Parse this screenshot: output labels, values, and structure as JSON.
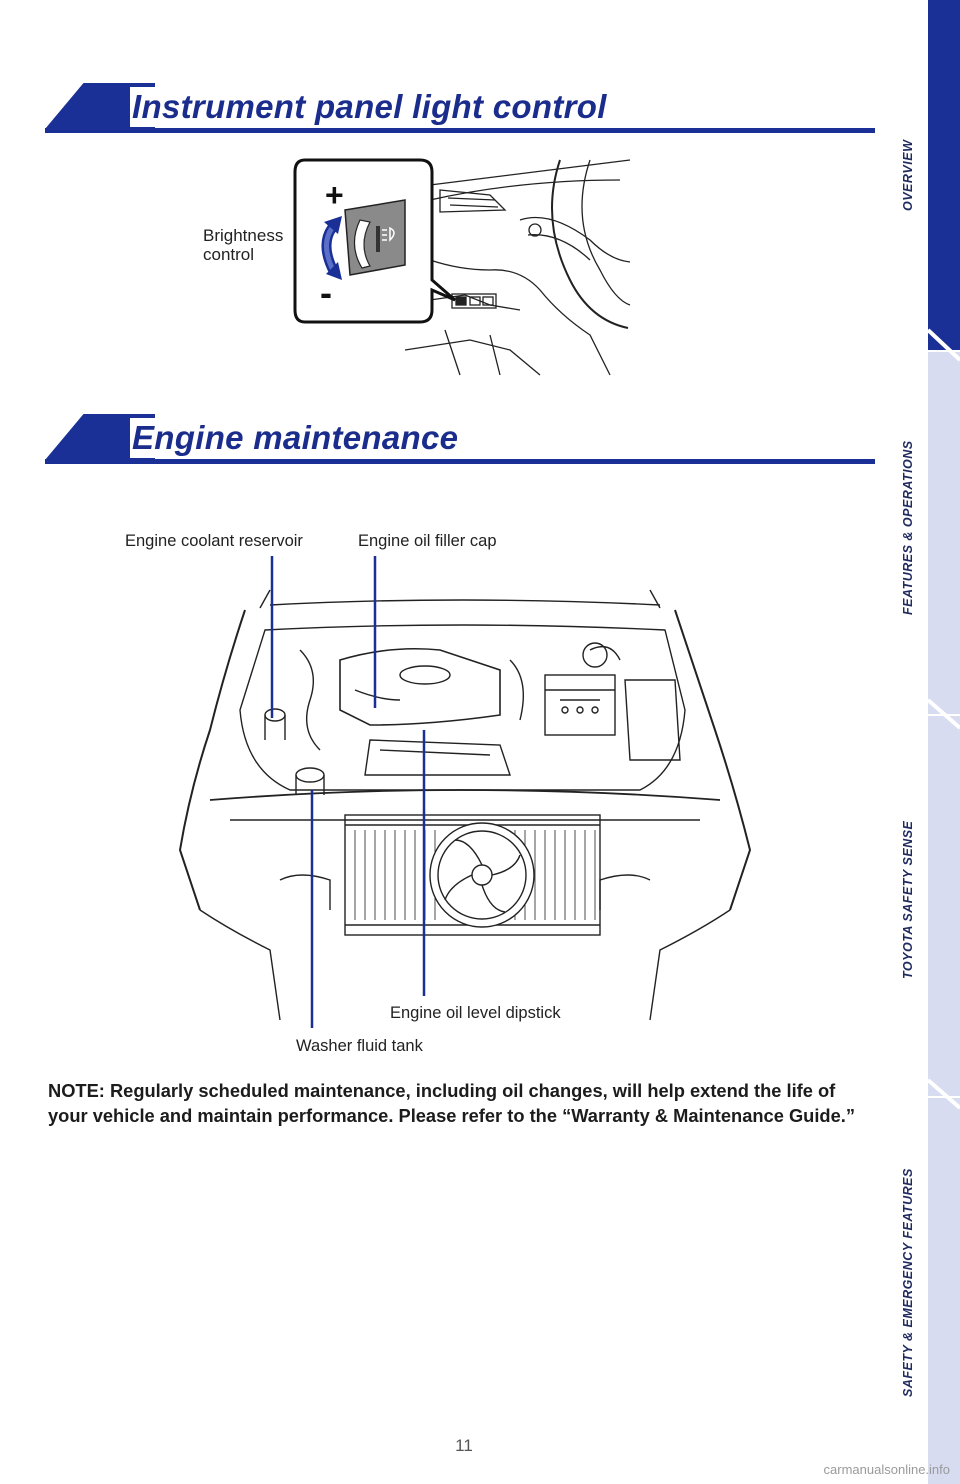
{
  "sections": {
    "instrument": {
      "title": "Instrument panel light control"
    },
    "engine": {
      "title": "Engine maintenance"
    }
  },
  "illustration_instrument": {
    "label_line1": "Brightness",
    "label_line2": "control",
    "plus_symbol": "+",
    "minus_symbol": "-"
  },
  "illustration_engine": {
    "callouts": {
      "coolant": "Engine coolant reservoir",
      "oil_cap": "Engine oil filler cap",
      "dipstick": "Engine oil level dipstick",
      "washer": "Washer fluid tank"
    }
  },
  "note": "NOTE: Regularly scheduled maintenance, including oil changes, will help extend the life of your vehicle and maintain performance. Please refer to the “Warranty & Maintenance Guide.”",
  "page_number": "11",
  "watermark": "carmanualsonline.info",
  "sidebar": {
    "tabs": [
      {
        "label": "OVERVIEW",
        "active": true
      },
      {
        "label": "FEATURES & OPERATIONS",
        "active": false
      },
      {
        "label": "TOYOTA SAFETY SENSE",
        "active": false
      },
      {
        "label": "SAFETY & EMERGENCY FEATURES",
        "active": false
      }
    ]
  },
  "colors": {
    "brand_blue": "#1a3096",
    "tab_inactive": "#d7dcf1",
    "callout_line": "#1a3096"
  },
  "icons": [
    "brightness-arrow-icon",
    "headlight-icon"
  ]
}
